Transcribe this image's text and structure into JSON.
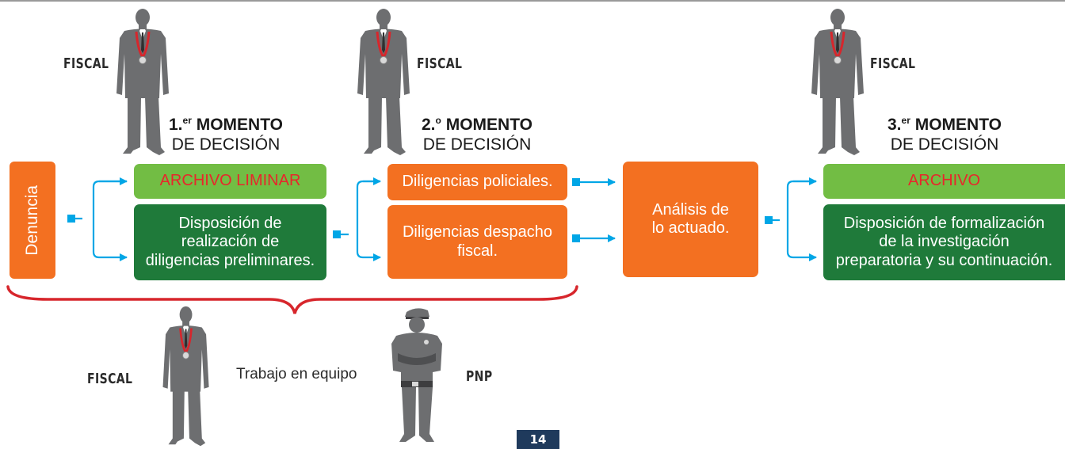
{
  "roles": {
    "fiscal_top_1": "FISCAL",
    "fiscal_top_2": "FISCAL",
    "fiscal_top_3": "FISCAL",
    "fiscal_bottom": "FISCAL",
    "pnp": "PNP"
  },
  "moments": [
    {
      "num": "1.",
      "sup": "er",
      "word": "MOMENTO",
      "sub": "DE DECISIÓN"
    },
    {
      "num": "2.",
      "sup": "o",
      "word": "MOMENTO",
      "sub": "DE DECISIÓN"
    },
    {
      "num": "3.",
      "sup": "er",
      "word": "MOMENTO",
      "sub": "DE DECISIÓN"
    }
  ],
  "boxes": {
    "denuncia": "Denuncia",
    "archivo_liminar": "ARCHIVO LIMINAR",
    "disposicion_1": [
      "Disposición de",
      "realización de",
      "diligencias preliminares."
    ],
    "diligencias_policiales": "Diligencias policiales.",
    "diligencias_despacho": [
      "Diligencias despacho",
      "fiscal."
    ],
    "analisis": [
      "Análisis de",
      "lo actuado."
    ],
    "archivo": "ARCHIVO",
    "disposicion_3": [
      "Disposición de formalización",
      "de la investigación",
      "preparatoria y su continuación."
    ]
  },
  "teamwork": "Trabajo en equipo",
  "page_number": "14",
  "colors": {
    "orange": "#f37021",
    "light_green": "#72bd44",
    "dark_green": "#1f7a3a",
    "archive_text_red": "#e8262b",
    "connector_blue": "#00a6e6",
    "brace_red": "#d7262c",
    "figure_gray": "#6d6e70",
    "medal_red": "#d7262c",
    "page_badge": "#1f3a5c"
  },
  "icons": [
    "fiscal-figure-icon",
    "police-officer-icon"
  ]
}
